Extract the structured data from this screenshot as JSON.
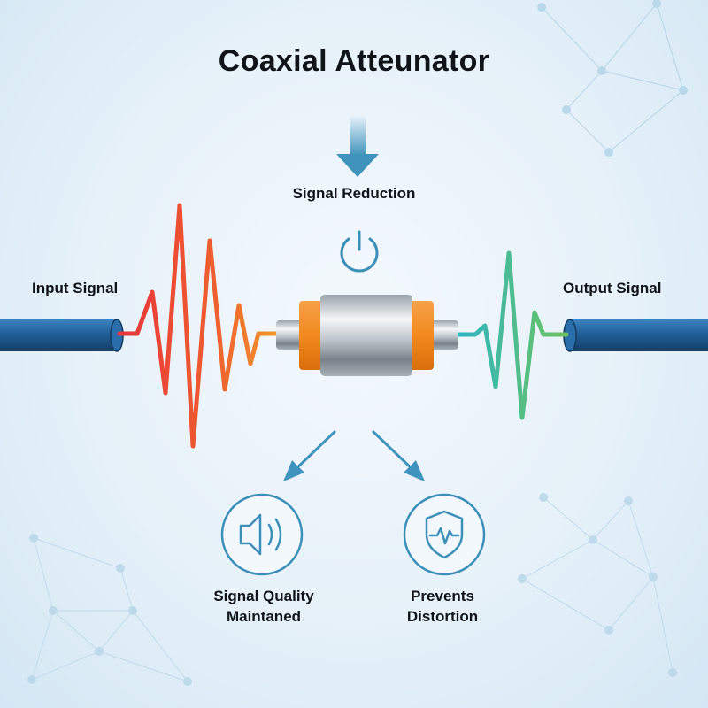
{
  "title": "Coaxial Atteunator",
  "labels": {
    "signal_reduction": "Signal Reduction",
    "input_signal": "Input Signal",
    "output_signal": "Output Signal"
  },
  "features": [
    {
      "line1": "Signal Quality",
      "line2": "Maintaned",
      "icon": "speaker-icon"
    },
    {
      "line1": "Prevents",
      "line2": "Distortion",
      "icon": "shield-pulse-icon"
    }
  ],
  "colors": {
    "arrow": "#3f93bd",
    "icon_stroke": "#3b8fb8",
    "cable": "#1f5f98",
    "band": "#f28a1e",
    "input_wave_start": "#e8343a",
    "input_wave_end": "#f39a2b",
    "output_wave_start": "#2bb4c7",
    "output_wave_end": "#6dc45b"
  }
}
